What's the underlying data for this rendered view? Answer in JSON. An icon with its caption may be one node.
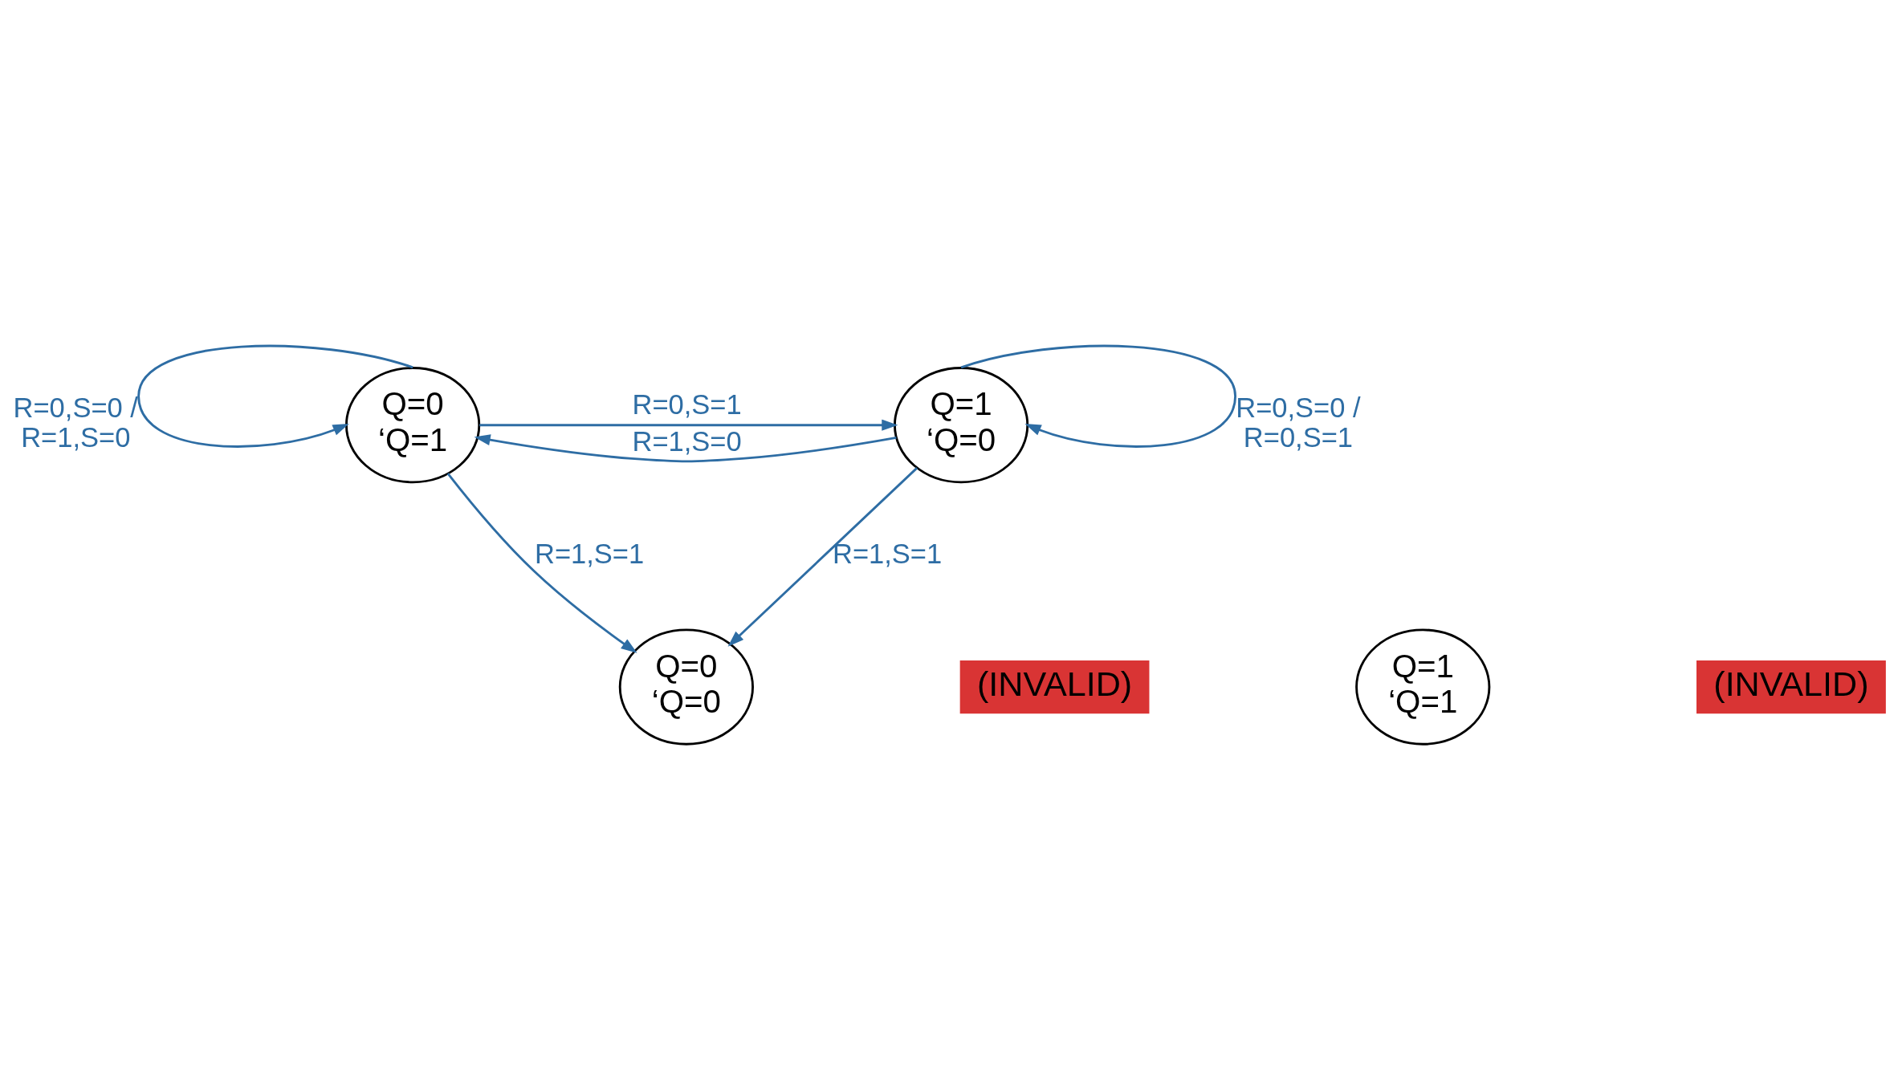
{
  "diagram": {
    "nodes": [
      {
        "text": [
          "Q=0",
          "‘Q=1"
        ]
      },
      {
        "text": [
          "Q=1",
          "‘Q=0"
        ]
      },
      {
        "text": [
          "Q=0",
          "‘Q=0"
        ]
      },
      {
        "text": [
          "(INVALID)"
        ]
      },
      {
        "text": [
          "Q=1",
          "‘Q=1"
        ]
      },
      {
        "text": [
          "(INVALID)"
        ]
      }
    ],
    "edges": [
      {
        "from": 0,
        "to": 0,
        "arrow": "to",
        "label": "R=0,S=0 / R=1,S=0",
        "color": "#2e6da4"
      },
      {
        "from": 0,
        "to": 1,
        "arrow": "to",
        "label": "R=0,S=1",
        "color": "#2e6da4"
      },
      {
        "from": 1,
        "to": 0,
        "arrow": "to",
        "label": "R=1,S=0",
        "color": "#2e6da4"
      },
      {
        "from": 1,
        "to": 1,
        "arrow": "to",
        "label": "R=0,S=0 / R=0,S=1",
        "color": "#2e6da4"
      },
      {
        "from": 0,
        "to": 2,
        "arrow": "to",
        "label": "R=1,S=1",
        "color": "#2e6da4"
      },
      {
        "from": 1,
        "to": 2,
        "arrow": "to",
        "label": "R=1,S=1",
        "color": "#2e6da4"
      }
    ]
  }
}
